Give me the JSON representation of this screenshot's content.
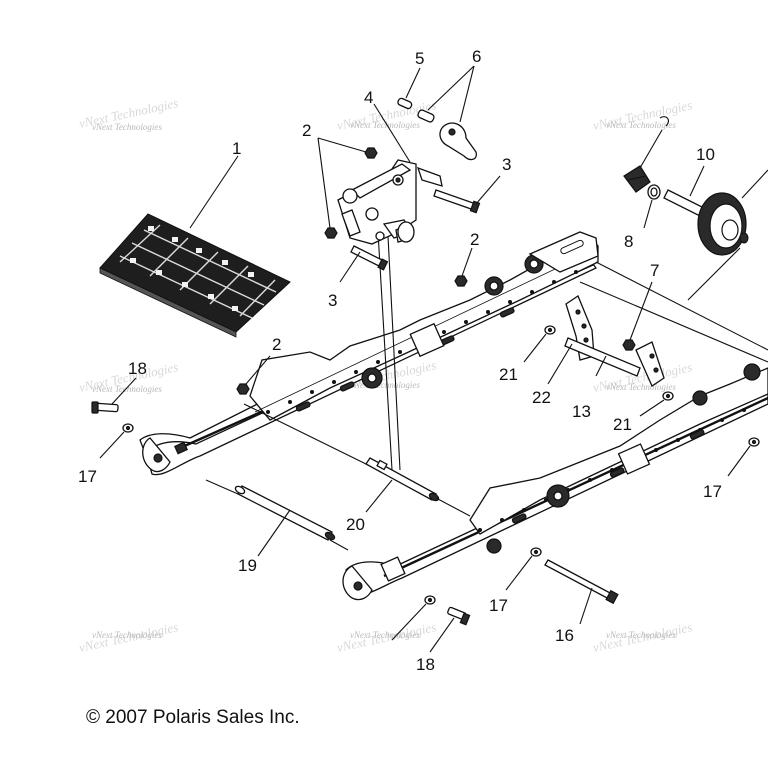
{
  "callouts": [
    {
      "id": "1",
      "text": "1"
    },
    {
      "id": "2a",
      "text": "2"
    },
    {
      "id": "2b",
      "text": "2"
    },
    {
      "id": "2c",
      "text": "2"
    },
    {
      "id": "3a",
      "text": "3"
    },
    {
      "id": "3b",
      "text": "3"
    },
    {
      "id": "4",
      "text": "4"
    },
    {
      "id": "5",
      "text": "5"
    },
    {
      "id": "6",
      "text": "6"
    },
    {
      "id": "7",
      "text": "7"
    },
    {
      "id": "8",
      "text": "8"
    },
    {
      "id": "10",
      "text": "10"
    },
    {
      "id": "13",
      "text": "13"
    },
    {
      "id": "16",
      "text": "16"
    },
    {
      "id": "17a",
      "text": "17"
    },
    {
      "id": "17b",
      "text": "17"
    },
    {
      "id": "17c",
      "text": "17"
    },
    {
      "id": "18a",
      "text": "18"
    },
    {
      "id": "18b",
      "text": "18"
    },
    {
      "id": "19",
      "text": "19"
    },
    {
      "id": "20",
      "text": "20"
    },
    {
      "id": "21a",
      "text": "21"
    },
    {
      "id": "21b",
      "text": "21"
    },
    {
      "id": "22",
      "text": "22"
    }
  ],
  "watermark": {
    "text": "vNext Technologies"
  },
  "copyright": "© 2007 Polaris Sales Inc."
}
